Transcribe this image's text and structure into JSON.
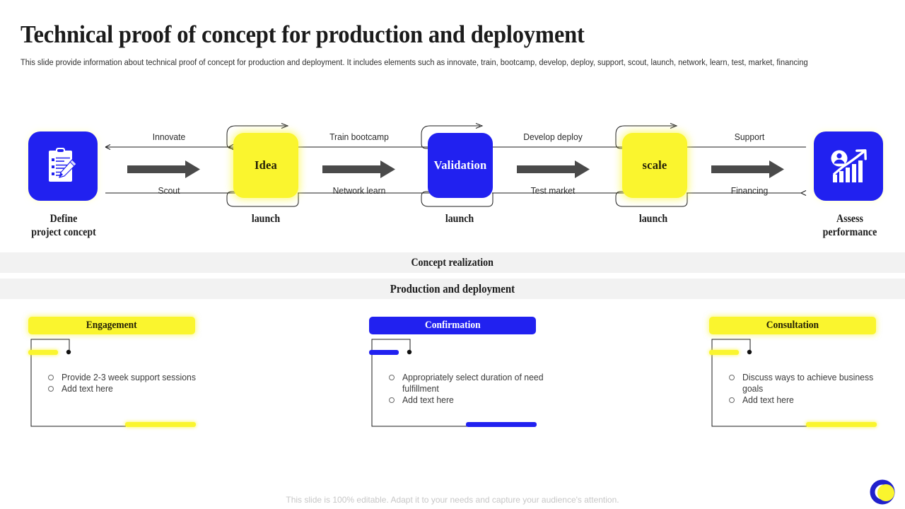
{
  "header": {
    "title": "Technical proof of concept for production and deployment",
    "subtitle": "This slide provide information about technical proof of concept for production and deployment. It includes elements such as innovate, train, bootcamp, develop, deploy, support, scout, launch, network, learn, test, market, financing"
  },
  "colors": {
    "blue": "#2121f0",
    "yellow": "#faf52e",
    "arrow_gray": "#4a4a4a",
    "banner_gray": "#f2f2f2",
    "footer_gray": "#c7c7c7"
  },
  "flow": {
    "nodes": [
      {
        "id": "define",
        "kind": "icon",
        "icon": "clipboard-pencil-icon",
        "label": "",
        "caption_line1": "Define",
        "caption_line2": "project concept",
        "color": "#2121f0"
      },
      {
        "id": "idea",
        "kind": "box",
        "icon": "",
        "label": "Idea",
        "caption_line1": "launch",
        "caption_line2": "",
        "color": "#faf52e"
      },
      {
        "id": "validation",
        "kind": "box",
        "icon": "",
        "label": "Validation",
        "caption_line1": "launch",
        "caption_line2": "",
        "color": "#2121f0"
      },
      {
        "id": "scale",
        "kind": "box",
        "icon": "",
        "label": "scale",
        "caption_line1": "launch",
        "caption_line2": "",
        "color": "#faf52e"
      },
      {
        "id": "assess",
        "kind": "icon",
        "icon": "person-growth-chart-icon",
        "label": "",
        "caption_line1": "Assess",
        "caption_line2": "performance",
        "color": "#2121f0"
      }
    ],
    "connectors": [
      {
        "id": "c1",
        "top_label": "Innovate",
        "bottom_label": "Scout"
      },
      {
        "id": "c2",
        "top_label": "Train  bootcamp",
        "bottom_label": "Network  learn"
      },
      {
        "id": "c3",
        "top_label": "Develop  deploy",
        "bottom_label": "Test market"
      },
      {
        "id": "c4",
        "top_label": "Support",
        "bottom_label": "Financing"
      }
    ]
  },
  "banners": {
    "concept": "Concept realization",
    "production": "Production and deployment"
  },
  "cards": [
    {
      "id": "engagement",
      "title": "Engagement",
      "accent": "#faf52e",
      "title_color": "#221f06",
      "bullets": [
        "Provide  2-3 week  support sessions",
        "Add text here"
      ]
    },
    {
      "id": "confirmation",
      "title": "Confirmation",
      "accent": "#2121f0",
      "title_color": "#ffffff",
      "bullets": [
        "Appropriately  select duration  of need fulfillment",
        "Add text here"
      ]
    },
    {
      "id": "consultation",
      "title": "Consultation",
      "accent": "#faf52e",
      "title_color": "#221f06",
      "bullets": [
        "Discuss ways to achieve business goals",
        "Add text here"
      ]
    }
  ],
  "footer": {
    "note": "This slide is 100% editable. Adapt it to your needs and capture your audience's attention."
  }
}
